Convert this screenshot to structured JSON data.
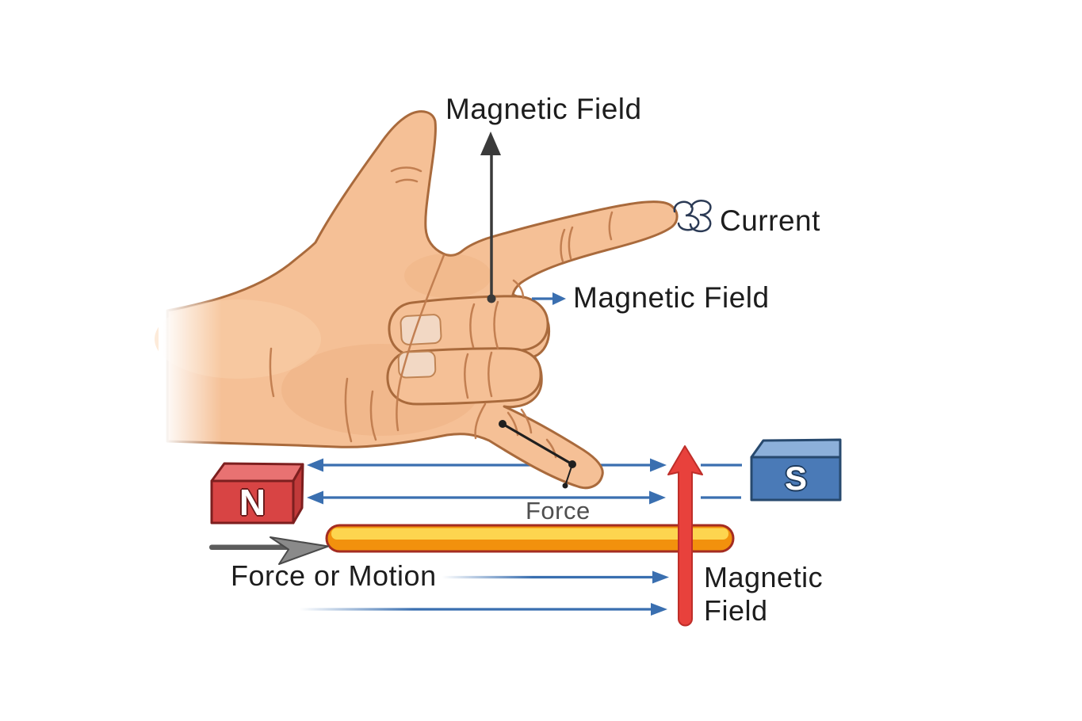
{
  "labels": {
    "magnetic_field_top": "Magnetic Field",
    "current": "Current",
    "magnetic_field_middle": "Magnetic Field",
    "force": "Force",
    "force_or_motion": "Force or Motion",
    "magnetic_field_bottom_line1": "Magnetic",
    "magnetic_field_bottom_line2": "Field"
  },
  "magnets": {
    "north": {
      "label": "N",
      "face_color": "#d84444",
      "top_color": "#e87272",
      "side_color": "#c13a3a",
      "outline": "#7d1f1f"
    },
    "south": {
      "label": "S",
      "face_color": "#4a7ab7",
      "top_color": "#8cb0da",
      "outline": "#27496e"
    }
  },
  "colors": {
    "field_line_blue": "#3a6fb0",
    "force_arrow_red": "#e8413c",
    "force_arrow_red_outline": "#bf2e29",
    "motion_arrow_gray": "#8a8a8a",
    "motion_shaft_gray": "#5c5c5c",
    "annotation_black": "#3a3a3a",
    "pin_black": "#1f1f1f",
    "current_symbol_navy": "#2b3a55",
    "rod_yellow": "#fdd54f",
    "rod_orange": "#f2910d",
    "rod_outline": "#a42c21",
    "skin": "#f5c096",
    "skin_outline": "#a96a3c",
    "text": "#1d1d1d",
    "force_text_gray": "#4f4f4f"
  },
  "icons": {
    "current_symbol": "current-squiggle-icon",
    "up_arrow_black": "arrow-up-icon",
    "up_arrow_red": "arrow-up-icon",
    "right_arrow_gray": "arrow-right-icon",
    "field_line_double_arrow": "arrow-double-horizontal-icon",
    "pin_marker": "pin-marker-icon"
  }
}
